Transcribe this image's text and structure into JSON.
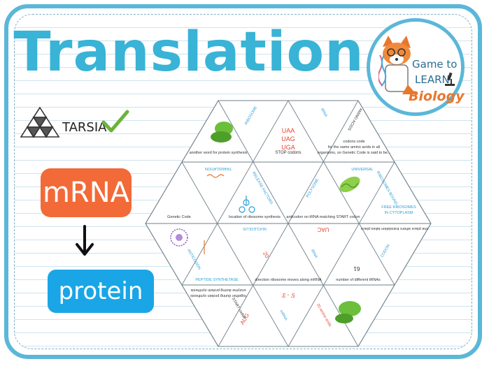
{
  "title": "Translation",
  "logo": {
    "line1": "Game to",
    "line2": "LEARN",
    "line3": "Biology"
  },
  "tarsia": {
    "label": "TARSIA",
    "icon": "triangle-grid-icon",
    "check_icon": "checkmark-icon"
  },
  "flow": {
    "top": "mRNA",
    "arrow_icon": "arrow-down-icon",
    "bottom": "protein"
  },
  "puzzle": {
    "clues": {
      "word_protein_synthesis": "another word for protein synthesis",
      "stop_codons": "STOP codons",
      "codons_code": "codons code",
      "same_amino": "for the same amino acids in all",
      "organisms": "organisms, so Genetic Code is said to be...",
      "translation": "TRANSLATION",
      "universal": "UNIVERSAL",
      "genetic_code": "Genetic Code",
      "location_ribosome": "location of ribosome synthesis",
      "anticodon": "anticodon on tRNA matching START codon",
      "free_ribosomes": "FREE RIBOSOMES",
      "in_cytoplasm": "IN CYTOPLASM",
      "one_place": "one place where translation takes place",
      "nucleolus": "NUCLEOLUS",
      "uac": "UAC",
      "codon": "CODON",
      "peptide_synthetase": "PEPTIDE SYNTHETASE",
      "direction": "direction ribosome moves along mRNA",
      "five_three": "5' - 3'",
      "number_trnas": "number of different tRNAs",
      "sixty_one": "61",
      "enzyme": "enzyme during protein synthesis",
      "together": "together during protein synthesis",
      "aug": "AUG",
      "start_codon": "START codon",
      "twenty": "20",
      "uaa": "UAA",
      "uag": "UAG",
      "uga": "UGA",
      "ribosome": "RIBOSOME",
      "trna": "tRNA",
      "amino_acids": "AMINO ACIDS",
      "release_factors": "RELEASE FACTORS",
      "polysome": "POLYSOME",
      "ribosome_bound": "RIBOSOMES BOUND",
      "trna_small": "tRNA",
      "anticodon_small": "ANTICODON",
      "mrna_small": "mRNA",
      "twenty_amino": "20 amino acids"
    }
  }
}
